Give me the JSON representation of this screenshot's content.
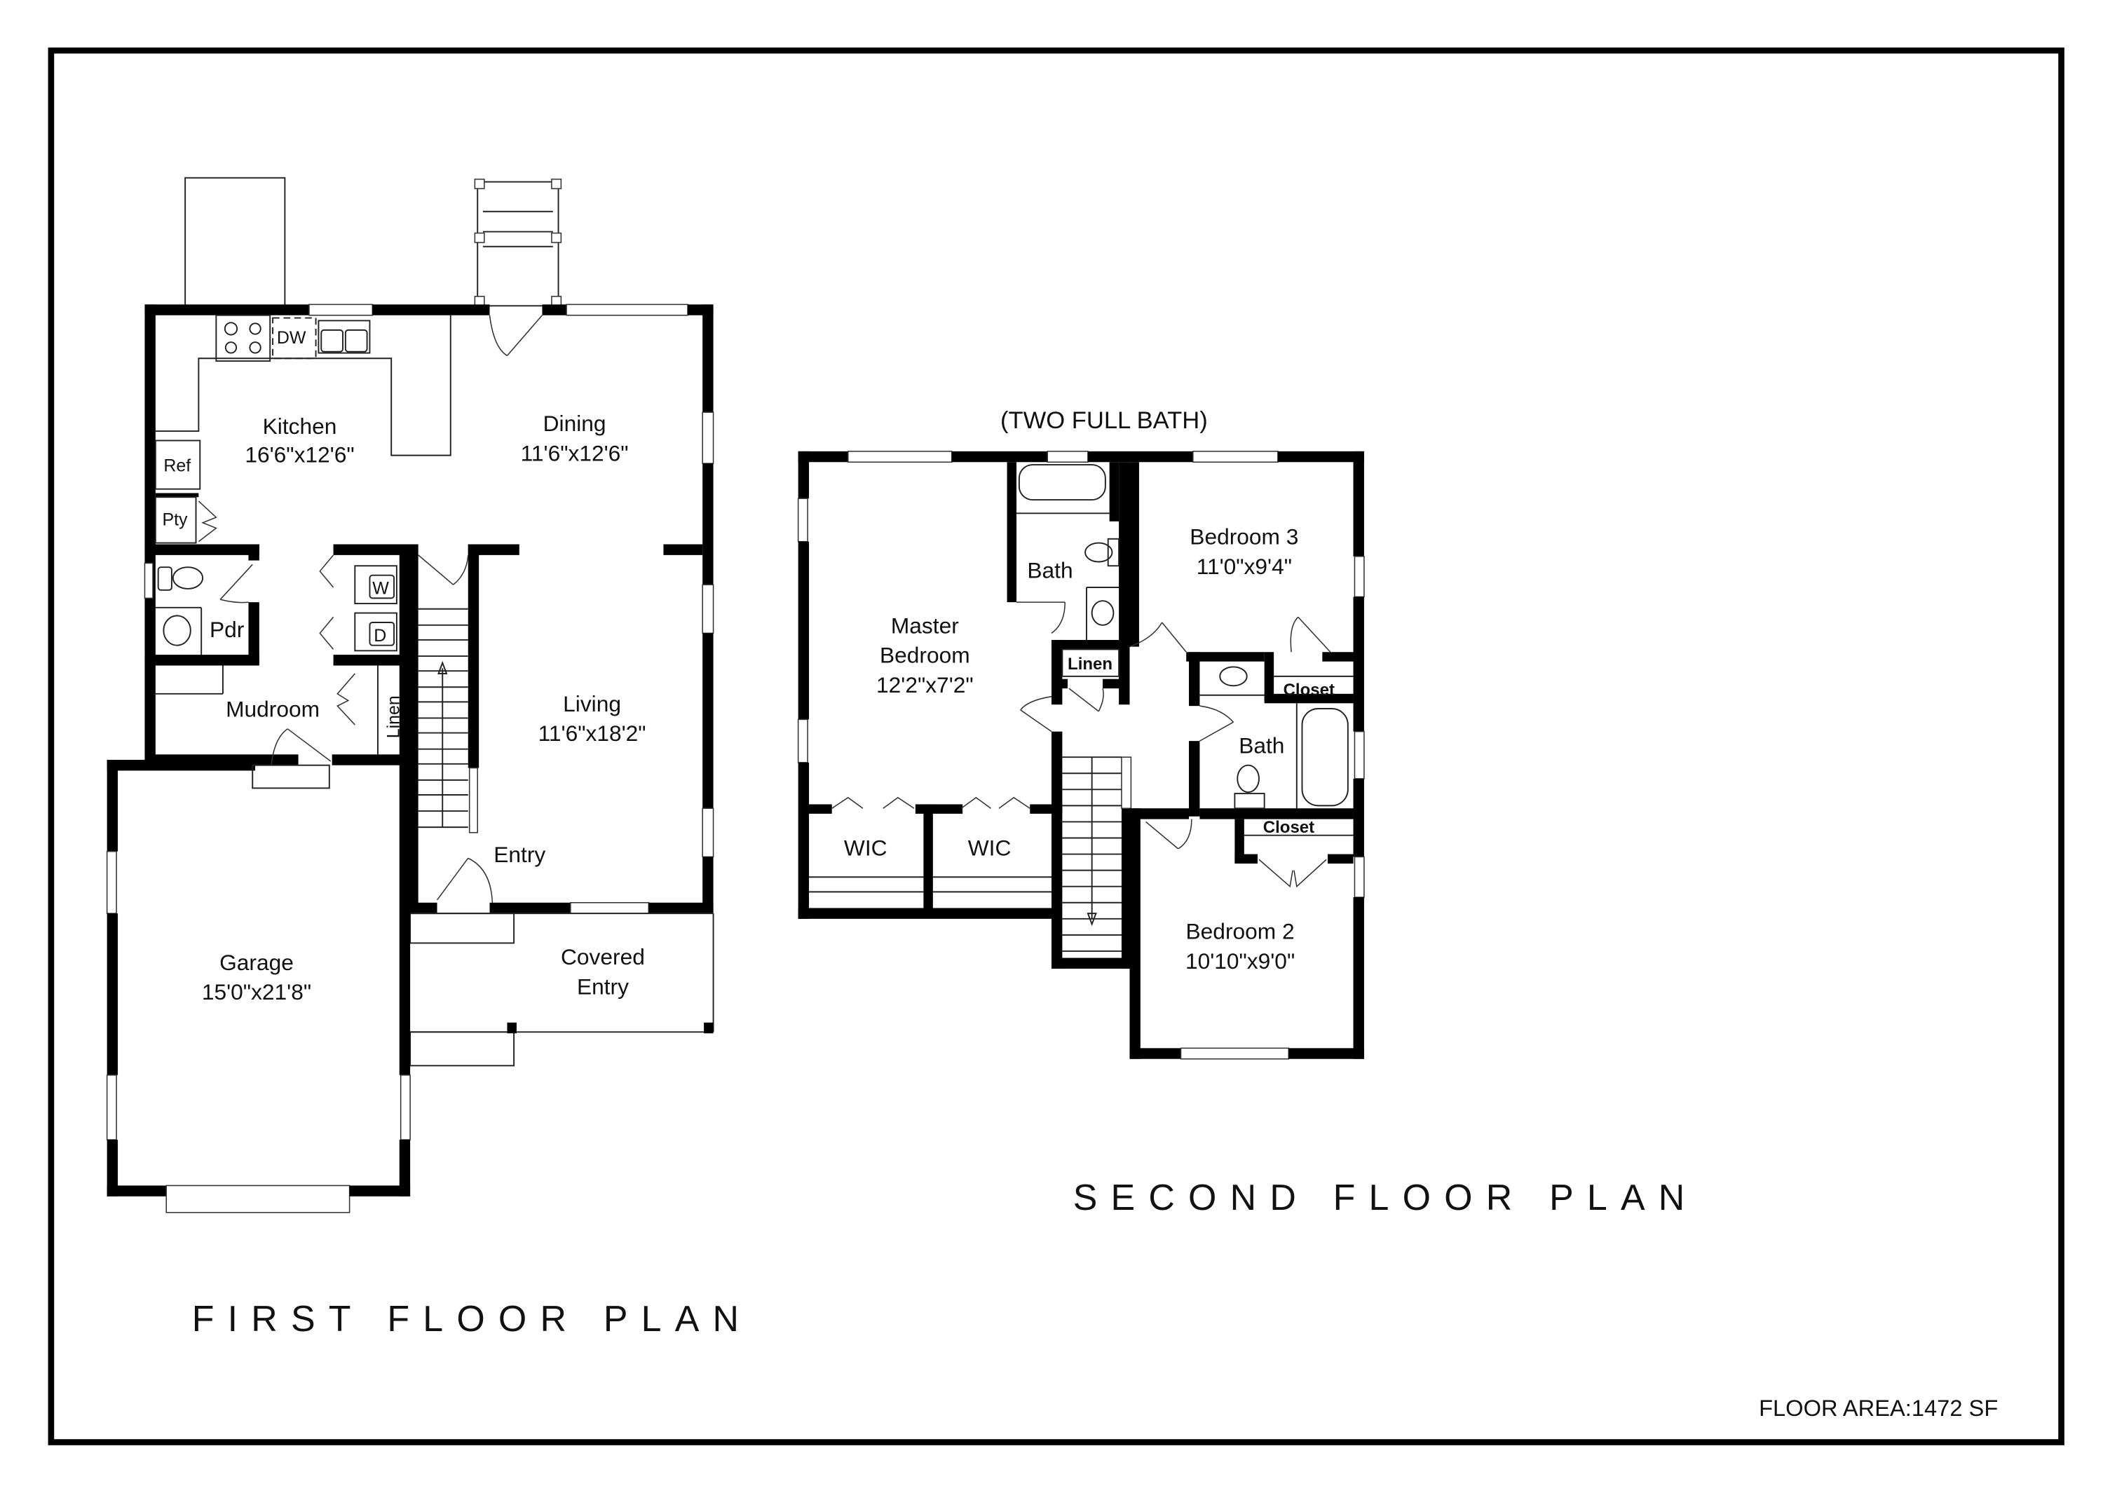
{
  "first_floor": {
    "title": "FIRST FLOOR PLAN",
    "rooms": {
      "kitchen": {
        "name": "Kitchen",
        "dims": "16'6\"x12'6\""
      },
      "dining": {
        "name": "Dining",
        "dims": "11'6\"x12'6\""
      },
      "living": {
        "name": "Living",
        "dims": "11'6\"x18'2\""
      },
      "garage": {
        "name": "Garage",
        "dims": "15'0\"x21'8\""
      },
      "covered_entry": {
        "name_line1": "Covered",
        "name_line2": "Entry"
      },
      "entry": {
        "name": "Entry"
      },
      "mudroom": {
        "name": "Mudroom"
      },
      "powder": {
        "name": "Pdr"
      },
      "linen": {
        "name": "Linen"
      },
      "refrigerator": {
        "name": "Ref"
      },
      "pantry": {
        "name": "Pty"
      },
      "dishwasher": {
        "name": "DW"
      },
      "washer": {
        "name": "W"
      },
      "dryer": {
        "name": "D"
      }
    }
  },
  "second_floor": {
    "title": "SECOND FLOOR PLAN",
    "note": "(TWO FULL BATH)",
    "rooms": {
      "master": {
        "name_line1": "Master",
        "name_line2": "Bedroom",
        "dims": "12'2\"x7'2\""
      },
      "master_bath": {
        "name": "Bath"
      },
      "linen": {
        "name": "Linen"
      },
      "wic1": {
        "name": "WIC"
      },
      "wic2": {
        "name": "WIC"
      },
      "bedroom3": {
        "name": "Bedroom 3",
        "dims": "11'0\"x9'4\""
      },
      "hall_bath": {
        "name": "Bath"
      },
      "closet_b3": {
        "name": "Closet"
      },
      "closet_b2": {
        "name": "Closet"
      },
      "bedroom2": {
        "name": "Bedroom 2",
        "dims": "10'10\"x9'0\""
      }
    }
  },
  "floor_area": "FLOOR AREA:1472 SF"
}
